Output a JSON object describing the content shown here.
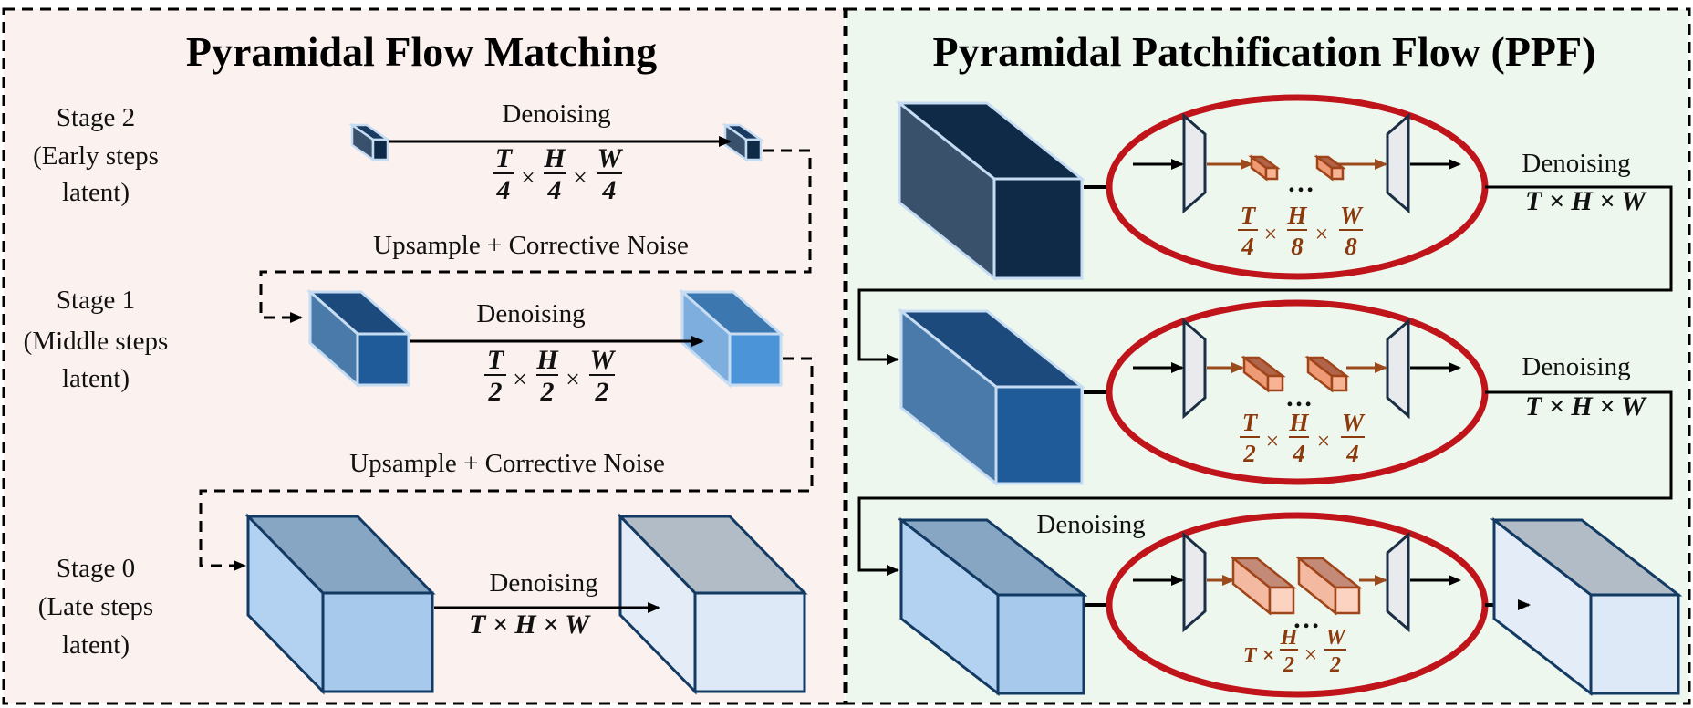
{
  "left_panel": {
    "title": "Pyramidal Flow Matching",
    "stages": [
      {
        "name": "Stage 2",
        "line2": "(Early steps",
        "line3": "latent)",
        "action": "Denoising",
        "frac_t": "4",
        "frac_h": "4",
        "frac_w": "4"
      },
      {
        "name": "Stage 1",
        "line2": "(Middle steps",
        "line3": "latent)",
        "action": "Denoising",
        "frac_t": "2",
        "frac_h": "2",
        "frac_w": "2"
      },
      {
        "name": "Stage 0",
        "line2": "(Late steps",
        "line3": "latent)",
        "action": "Denoising",
        "full": "T × H × W"
      }
    ],
    "transition_label": "Upsample + Corrective Noise"
  },
  "right_panel": {
    "title": "Pyramidal Patchification Flow (PPF)",
    "rows": [
      {
        "action": "Denoising",
        "full": "T × H × W",
        "frac_t": "4",
        "frac_h": "8",
        "frac_w": "8"
      },
      {
        "action": "Denoising",
        "full": "T × H × W",
        "frac_t": "2",
        "frac_h": "4",
        "frac_w": "4"
      },
      {
        "action": "Denoising",
        "frac_h": "2",
        "frac_w": "2"
      }
    ],
    "ellipsis": "…"
  },
  "math_symbols": {
    "T": "T",
    "H": "H",
    "W": "W",
    "times": "×",
    "T_times": "T ×"
  },
  "colors": {
    "left_bg": "#fbf1ee",
    "right_bg": "#eef7ee",
    "ring": "#c0141b",
    "patch_arrow": "#9a4a1c",
    "cube_dark": "#0e2a47",
    "cube_mid": "#1f5b98",
    "cube_light": "#a6c9ec",
    "cube_pale": "#dde9f6"
  }
}
